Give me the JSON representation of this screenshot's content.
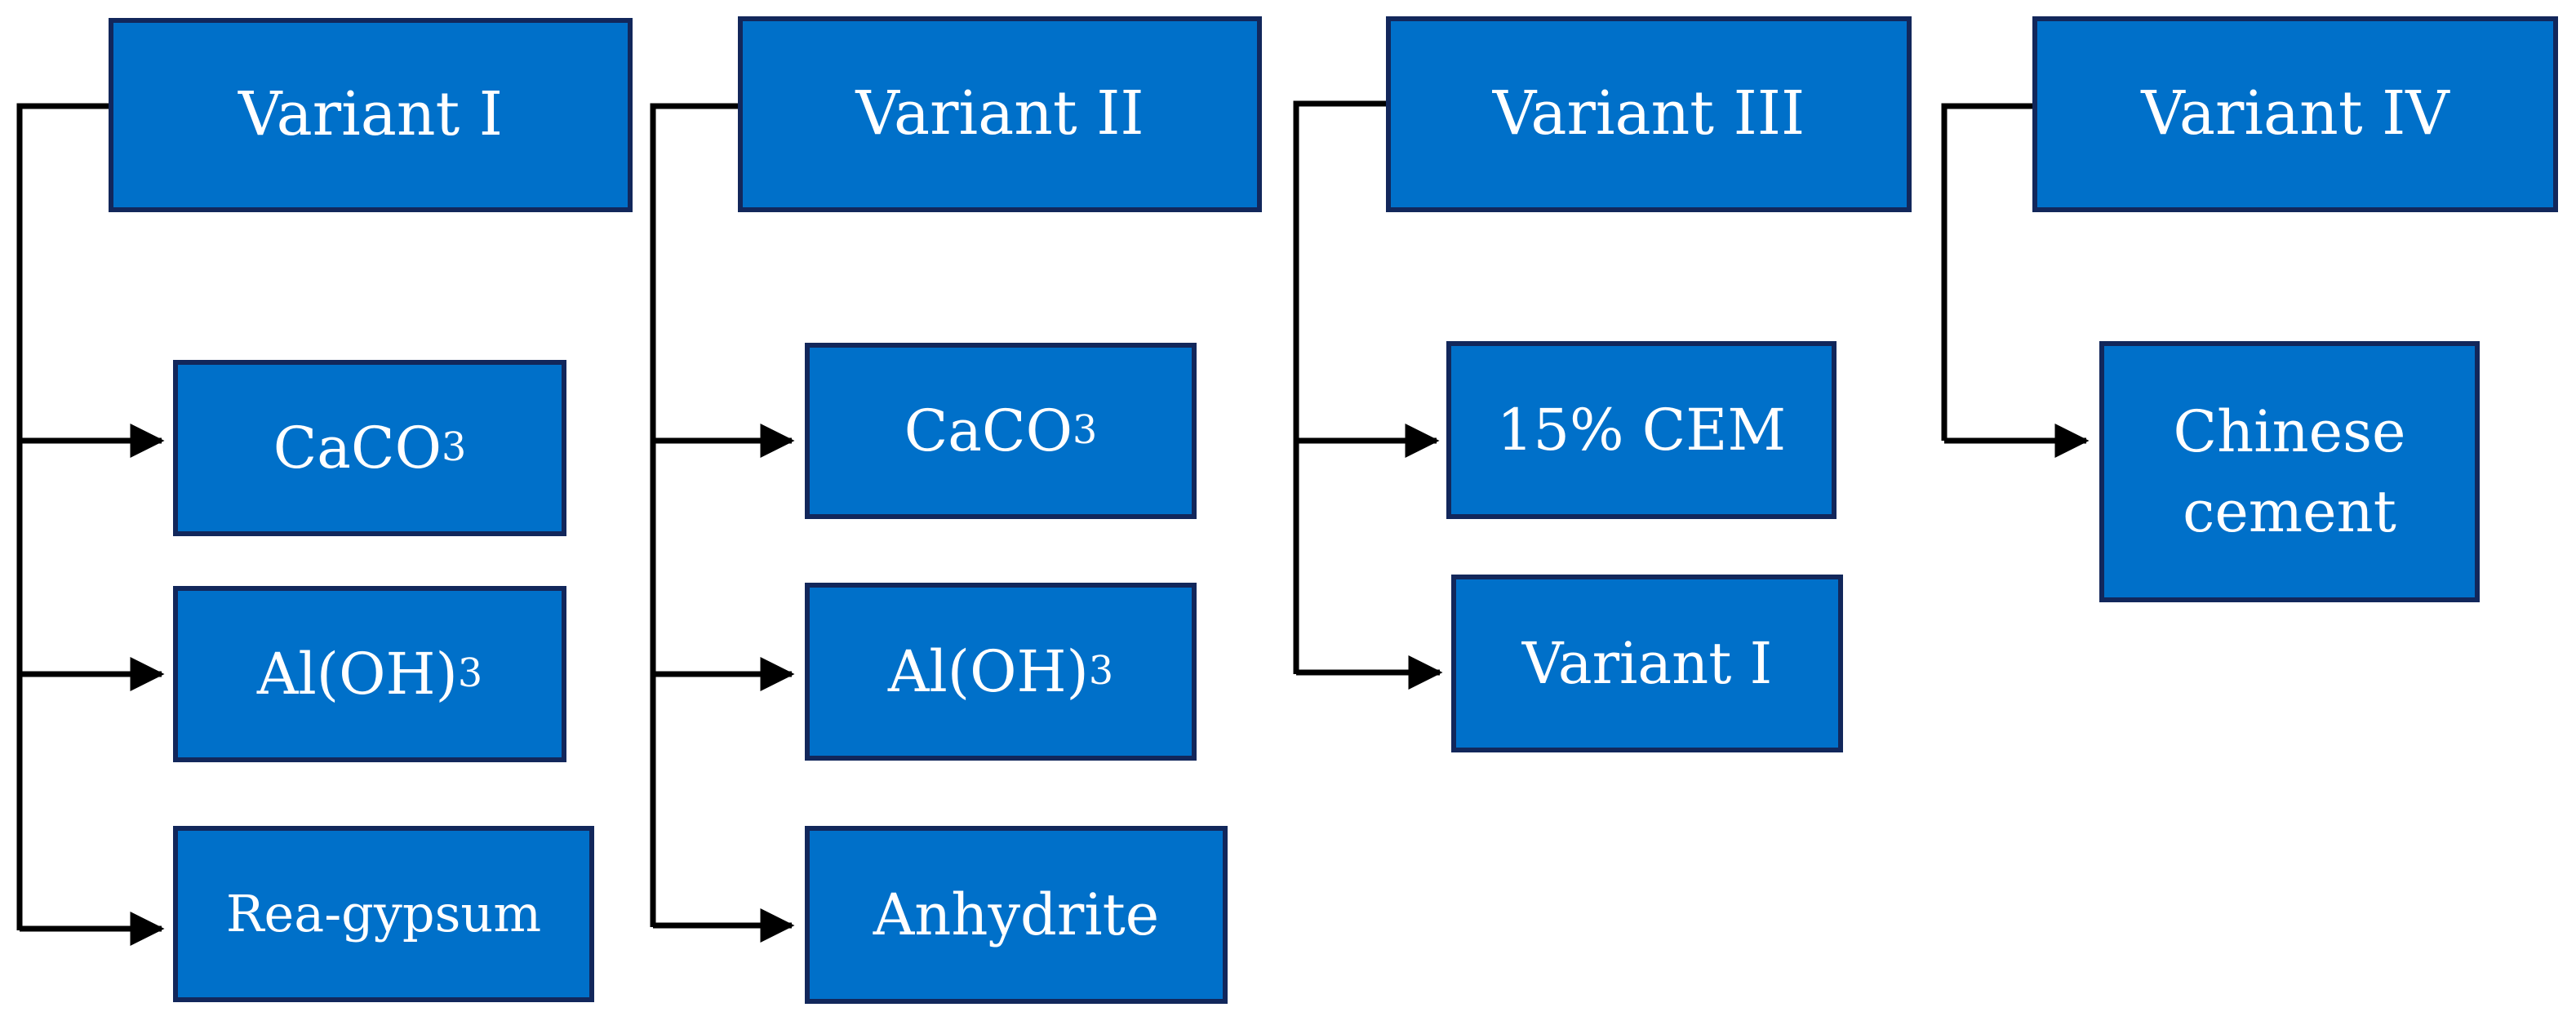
{
  "columns": [
    {
      "header": "Variant I",
      "items": [
        {
          "text": "CaCO",
          "sub": "3"
        },
        {
          "text": "Al(OH)",
          "sub": "3"
        },
        {
          "text": "Rea-gypsum",
          "sub": ""
        }
      ]
    },
    {
      "header": "Variant II",
      "items": [
        {
          "text": "CaCO",
          "sub": "3"
        },
        {
          "text": "Al(OH)",
          "sub": "3"
        },
        {
          "text": "Anhydrite",
          "sub": ""
        }
      ]
    },
    {
      "header": "Variant III",
      "items": [
        {
          "text": "15% CEM",
          "sub": ""
        },
        {
          "text": "Variant I",
          "sub": ""
        }
      ]
    },
    {
      "header": "Variant IV",
      "items": [
        {
          "text": "Chinese cement",
          "sub": ""
        }
      ]
    }
  ],
  "colors": {
    "box_fill": "#0070c9",
    "box_border": "#12275b",
    "connector": "#000000"
  }
}
